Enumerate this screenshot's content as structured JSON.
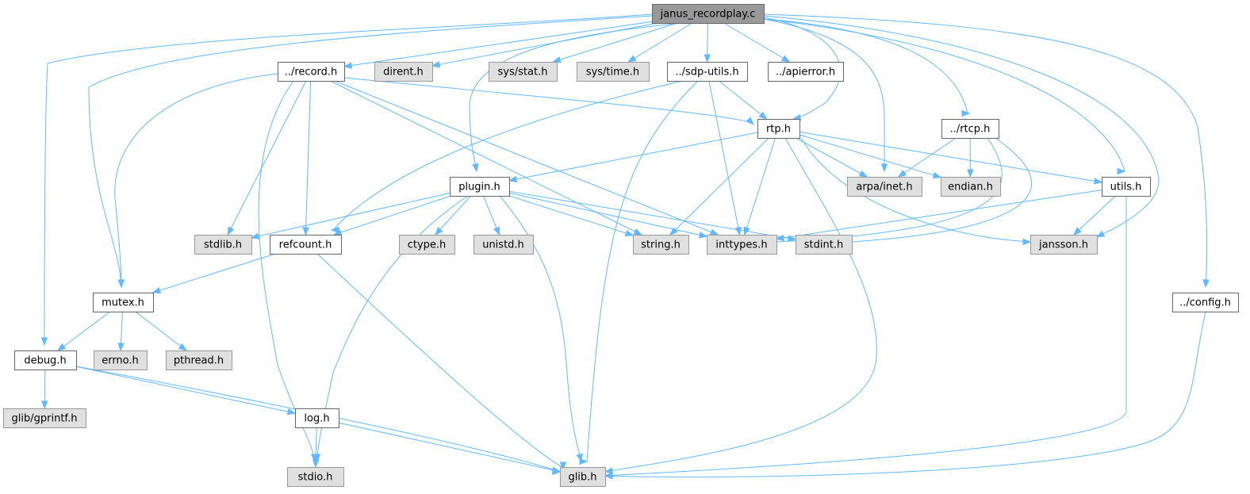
{
  "graph": {
    "colors": {
      "root_fill": "#999999",
      "root_stroke": "#666666",
      "doc_fill": "#ffffff",
      "doc_stroke": "#666666",
      "sys_fill": "#e0e0e0",
      "sys_stroke": "#999999",
      "edge": "#63b8ff"
    },
    "nodes": [
      {
        "id": "janus_recordplay",
        "label": "janus_recordplay.c",
        "kind": "root"
      },
      {
        "id": "record",
        "label": "../record.h",
        "kind": "documented"
      },
      {
        "id": "dirent",
        "label": "dirent.h",
        "kind": "system"
      },
      {
        "id": "sysstat",
        "label": "sys/stat.h",
        "kind": "system"
      },
      {
        "id": "systime",
        "label": "sys/time.h",
        "kind": "system"
      },
      {
        "id": "sdputils",
        "label": "../sdp-utils.h",
        "kind": "documented"
      },
      {
        "id": "apierror",
        "label": "../apierror.h",
        "kind": "documented"
      },
      {
        "id": "rtp",
        "label": "rtp.h",
        "kind": "documented"
      },
      {
        "id": "rtcp",
        "label": "../rtcp.h",
        "kind": "documented"
      },
      {
        "id": "plugin",
        "label": "plugin.h",
        "kind": "documented"
      },
      {
        "id": "arpainet",
        "label": "arpa/inet.h",
        "kind": "system"
      },
      {
        "id": "endian",
        "label": "endian.h",
        "kind": "system"
      },
      {
        "id": "utils",
        "label": "utils.h",
        "kind": "documented"
      },
      {
        "id": "stdlib",
        "label": "stdlib.h",
        "kind": "system"
      },
      {
        "id": "refcount",
        "label": "refcount.h",
        "kind": "documented"
      },
      {
        "id": "ctype",
        "label": "ctype.h",
        "kind": "system"
      },
      {
        "id": "unistd",
        "label": "unistd.h",
        "kind": "system"
      },
      {
        "id": "string",
        "label": "string.h",
        "kind": "system"
      },
      {
        "id": "inttypes",
        "label": "inttypes.h",
        "kind": "system"
      },
      {
        "id": "stdint",
        "label": "stdint.h",
        "kind": "system"
      },
      {
        "id": "jansson",
        "label": "jansson.h",
        "kind": "system"
      },
      {
        "id": "mutex",
        "label": "mutex.h",
        "kind": "documented"
      },
      {
        "id": "config",
        "label": "../config.h",
        "kind": "documented"
      },
      {
        "id": "debug",
        "label": "debug.h",
        "kind": "documented"
      },
      {
        "id": "errno",
        "label": "errno.h",
        "kind": "system"
      },
      {
        "id": "pthread",
        "label": "pthread.h",
        "kind": "system"
      },
      {
        "id": "gprintf",
        "label": "glib/gprintf.h",
        "kind": "system"
      },
      {
        "id": "log",
        "label": "log.h",
        "kind": "documented"
      },
      {
        "id": "stdio",
        "label": "stdio.h",
        "kind": "system"
      },
      {
        "id": "glib",
        "label": "glib.h",
        "kind": "system"
      }
    ],
    "edges": [
      [
        "janus_recordplay",
        "record"
      ],
      [
        "janus_recordplay",
        "dirent"
      ],
      [
        "janus_recordplay",
        "sysstat"
      ],
      [
        "janus_recordplay",
        "systime"
      ],
      [
        "janus_recordplay",
        "sdputils"
      ],
      [
        "janus_recordplay",
        "apierror"
      ],
      [
        "janus_recordplay",
        "rtp"
      ],
      [
        "janus_recordplay",
        "rtcp"
      ],
      [
        "janus_recordplay",
        "plugin"
      ],
      [
        "janus_recordplay",
        "arpainet"
      ],
      [
        "janus_recordplay",
        "utils"
      ],
      [
        "janus_recordplay",
        "jansson"
      ],
      [
        "janus_recordplay",
        "mutex"
      ],
      [
        "janus_recordplay",
        "debug"
      ],
      [
        "janus_recordplay",
        "config"
      ],
      [
        "record",
        "rtp"
      ],
      [
        "record",
        "stdlib"
      ],
      [
        "record",
        "refcount"
      ],
      [
        "record",
        "string"
      ],
      [
        "record",
        "inttypes"
      ],
      [
        "record",
        "mutex"
      ],
      [
        "record",
        "stdio"
      ],
      [
        "sdputils",
        "rtp"
      ],
      [
        "sdputils",
        "refcount"
      ],
      [
        "sdputils",
        "inttypes"
      ],
      [
        "sdputils",
        "glib"
      ],
      [
        "rtp",
        "plugin"
      ],
      [
        "rtp",
        "arpainet"
      ],
      [
        "rtp",
        "endian"
      ],
      [
        "rtp",
        "utils"
      ],
      [
        "rtp",
        "string"
      ],
      [
        "rtp",
        "inttypes"
      ],
      [
        "rtp",
        "jansson"
      ],
      [
        "rtp",
        "glib"
      ],
      [
        "rtcp",
        "arpainet"
      ],
      [
        "rtcp",
        "endian"
      ],
      [
        "rtcp",
        "inttypes"
      ],
      [
        "rtcp",
        "stdint"
      ],
      [
        "utils",
        "inttypes"
      ],
      [
        "utils",
        "jansson"
      ],
      [
        "utils",
        "glib"
      ],
      [
        "plugin",
        "stdlib"
      ],
      [
        "plugin",
        "refcount"
      ],
      [
        "plugin",
        "ctype"
      ],
      [
        "plugin",
        "unistd"
      ],
      [
        "plugin",
        "string"
      ],
      [
        "plugin",
        "inttypes"
      ],
      [
        "plugin",
        "stdint"
      ],
      [
        "plugin",
        "stdio"
      ],
      [
        "plugin",
        "glib"
      ],
      [
        "refcount",
        "mutex"
      ],
      [
        "refcount",
        "glib"
      ],
      [
        "mutex",
        "debug"
      ],
      [
        "mutex",
        "errno"
      ],
      [
        "mutex",
        "pthread"
      ],
      [
        "debug",
        "gprintf"
      ],
      [
        "debug",
        "log"
      ],
      [
        "debug",
        "glib"
      ],
      [
        "log",
        "stdio"
      ],
      [
        "log",
        "glib"
      ],
      [
        "config",
        "glib"
      ]
    ]
  }
}
